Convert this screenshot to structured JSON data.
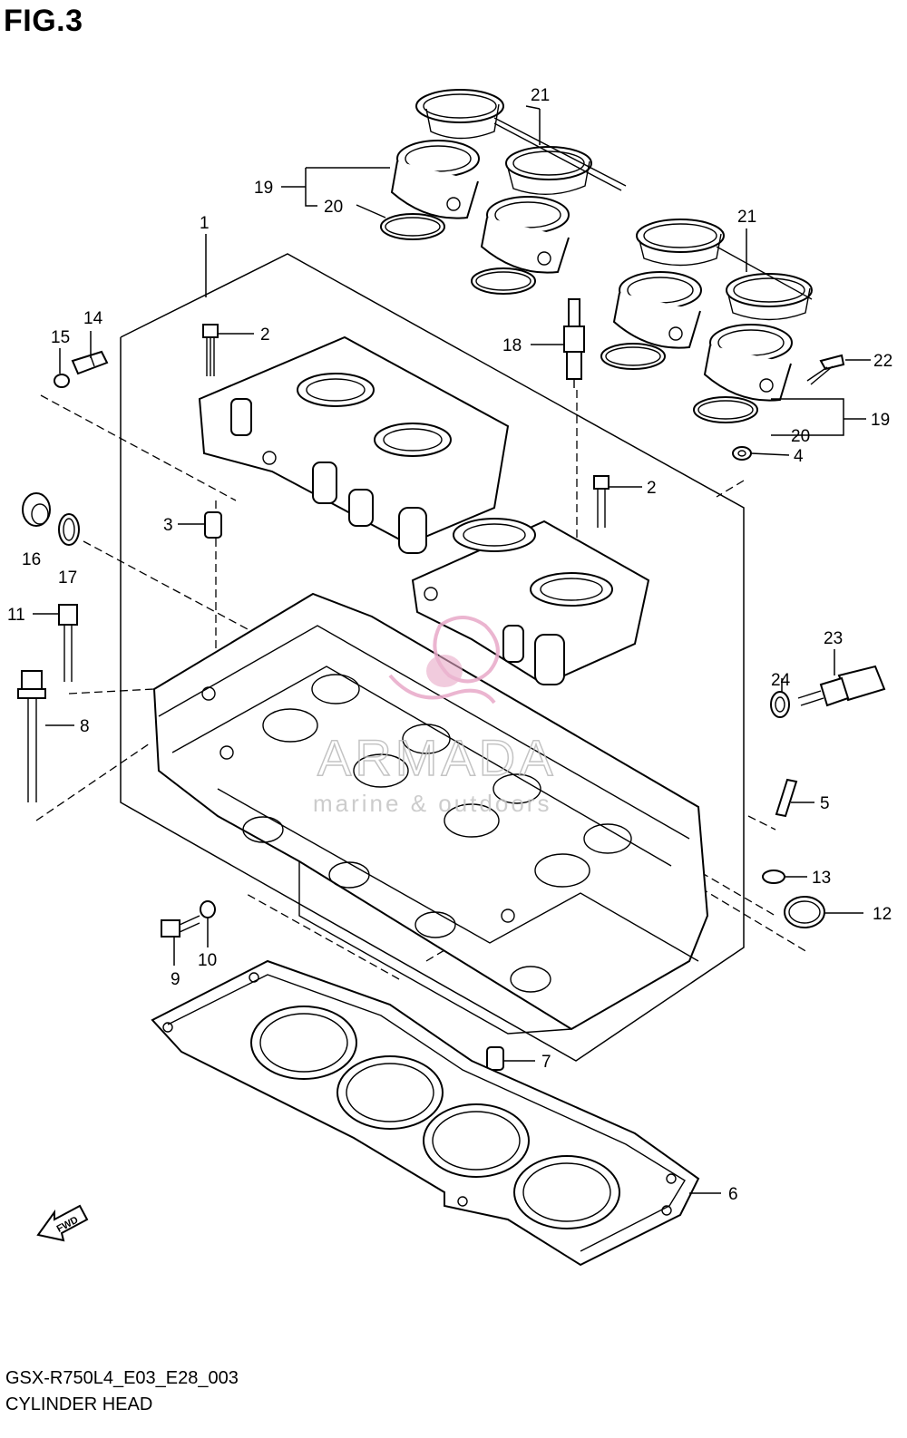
{
  "figure": {
    "title": "FIG.3",
    "code": "GSX-R750L4_E03_E28_003",
    "name": "CYLINDER HEAD"
  },
  "callouts": [
    {
      "id": "c1",
      "text": "1"
    },
    {
      "id": "c2a",
      "text": "2"
    },
    {
      "id": "c2b",
      "text": "2"
    },
    {
      "id": "c3",
      "text": "3"
    },
    {
      "id": "c4",
      "text": "4"
    },
    {
      "id": "c5",
      "text": "5"
    },
    {
      "id": "c6",
      "text": "6"
    },
    {
      "id": "c7",
      "text": "7"
    },
    {
      "id": "c8",
      "text": "8"
    },
    {
      "id": "c9",
      "text": "9"
    },
    {
      "id": "c10",
      "text": "10"
    },
    {
      "id": "c11",
      "text": "11"
    },
    {
      "id": "c12",
      "text": "12"
    },
    {
      "id": "c13",
      "text": "13"
    },
    {
      "id": "c14",
      "text": "14"
    },
    {
      "id": "c15",
      "text": "15"
    },
    {
      "id": "c16",
      "text": "16"
    },
    {
      "id": "c17",
      "text": "17"
    },
    {
      "id": "c18",
      "text": "18"
    },
    {
      "id": "c19a",
      "text": "19"
    },
    {
      "id": "c19b",
      "text": "19"
    },
    {
      "id": "c20a",
      "text": "20"
    },
    {
      "id": "c20b",
      "text": "20"
    },
    {
      "id": "c21a",
      "text": "21"
    },
    {
      "id": "c21b",
      "text": "21"
    },
    {
      "id": "c22",
      "text": "22"
    },
    {
      "id": "c23",
      "text": "23"
    },
    {
      "id": "c24",
      "text": "24"
    }
  ],
  "direction_marker": {
    "text": "FWD",
    "icon": "forward-arrow-icon"
  },
  "watermark": {
    "brand": "ARMADA",
    "tagline": "marine & outdoors",
    "color": "#e8a9c8"
  }
}
